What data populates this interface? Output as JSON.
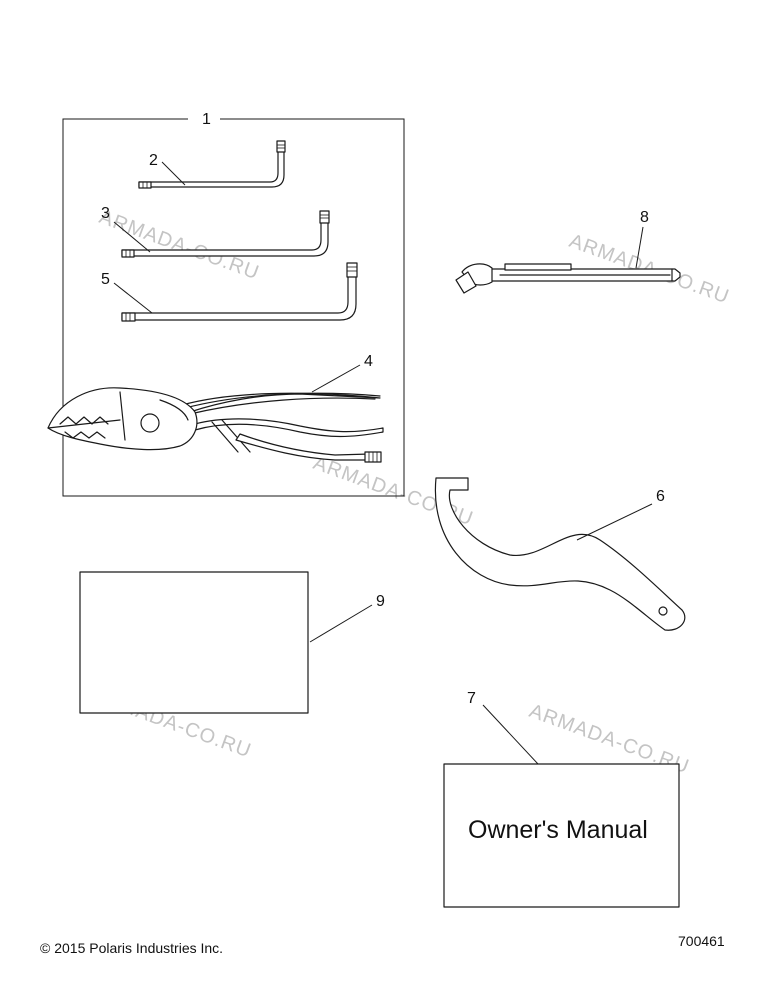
{
  "callouts": {
    "kit": "1",
    "wrench_small": "2",
    "wrench_medium": "3",
    "pliers": "4",
    "wrench_large": "5",
    "spanner": "6",
    "manual": "7",
    "spark_tool": "8",
    "decal": "9"
  },
  "manual_label": "Owner's Manual",
  "copyright": "© 2015 Polaris Industries Inc.",
  "part_number": "700461",
  "watermark_text": "ARMADA-CO.RU",
  "colors": {
    "line": "#1a1a1a",
    "watermark": "#c4c4c4",
    "background": "#ffffff"
  }
}
